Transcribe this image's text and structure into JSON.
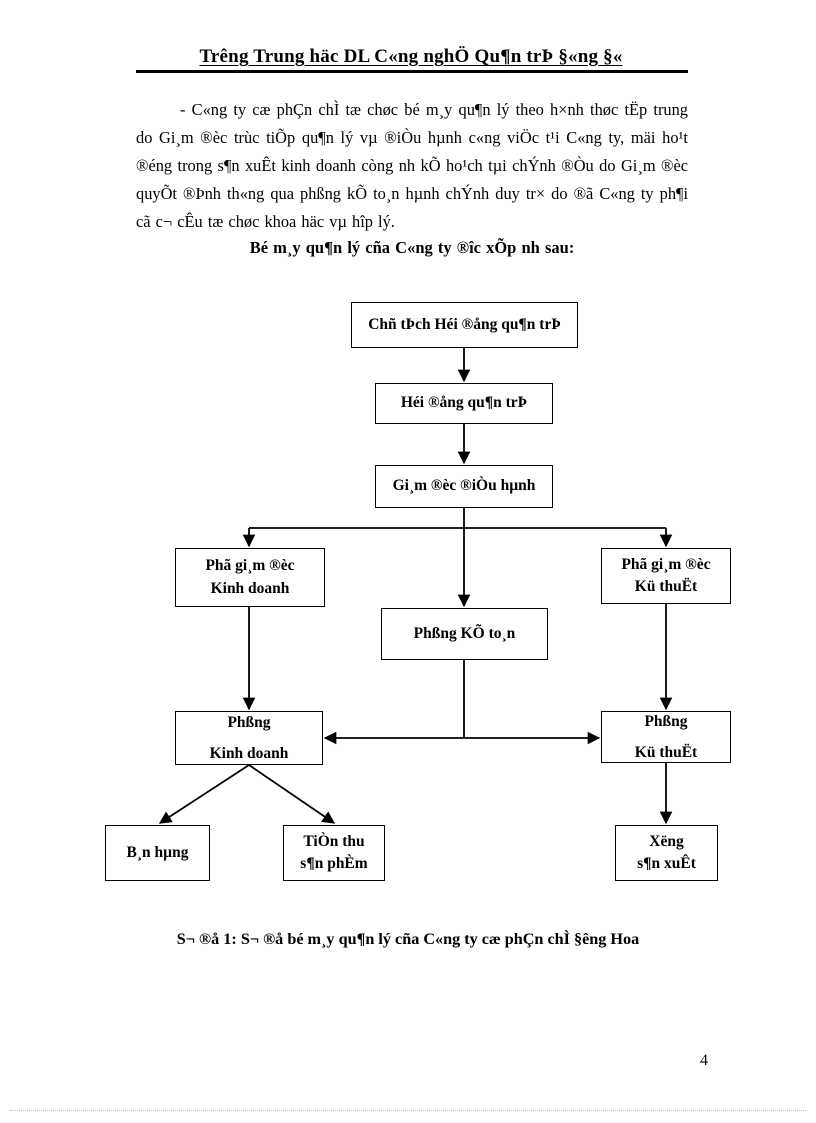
{
  "header": {
    "title": "Trêng  Trung häc DL C«ng nghÖ  Qu¶n trÞ §«ng §«"
  },
  "body": {
    "paragraph": "- C«ng ty cæ phÇn chÌ tæ chøc bé m¸y qu¶n lý theo h×nh thøc tËp trung do Gi¸m ®èc trùc tiÕp  qu¶n lý vµ ®iÒu hµnh c«ng viÖc t¹i C«ng ty, mäi ho¹t ®éng trong s¶n xuÊt kinh doanh còng nh  kÕ ho¹ch tµi chÝnh ®Òu do Gi¸m ®èc quyÕt ®Þnh th«ng qua phßng kÕ to¸n hµnh chÝnh duy tr× do ®ã C«ng ty ph¶i cã c¬ cÊu tæ chøc khoa häc vµ hîp lý.",
    "subheading": "Bé m¸y qu¶n lý cña C«ng ty ®îc  xÕp nh  sau:"
  },
  "diagram": {
    "nodes": [
      {
        "id": "chairman",
        "line1": "Chñ tÞch Héi ®ång qu¶n trÞ"
      },
      {
        "id": "board",
        "line1": "Héi ®ång qu¶n trÞ"
      },
      {
        "id": "director",
        "line1": "Gi¸m ®èc ®iÒu hµnh"
      },
      {
        "id": "vp-biz",
        "line1": "Phã gi¸m ®èc",
        "line2": "Kinh doanh"
      },
      {
        "id": "vp-tech",
        "line1": "Phã gi¸m ®èc",
        "line2": "Kü thuËt"
      },
      {
        "id": "accounting",
        "line1": "Phßng KÕ to¸n"
      },
      {
        "id": "dept-biz",
        "line1": "Phßng",
        "line2": "Kinh doanh"
      },
      {
        "id": "dept-tech",
        "line1": "Phßng",
        "line2": "Kü thuËt"
      },
      {
        "id": "sales",
        "line1": "B¸n hµng"
      },
      {
        "id": "revenue",
        "line1": "TiÒn thu",
        "line2": "s¶n phÈm"
      },
      {
        "id": "workshop",
        "line1": "Xëng",
        "line2": "s¶n xuÊt"
      }
    ]
  },
  "caption": {
    "text": "S¬ ®å 1: S¬ ®å bé m¸y qu¶n lý cña C«ng ty cæ phÇn chÌ §êng  Hoa"
  },
  "footer": {
    "page_number": "4"
  },
  "colors": {
    "text": "#000000",
    "background": "#ffffff",
    "line": "#000000"
  }
}
